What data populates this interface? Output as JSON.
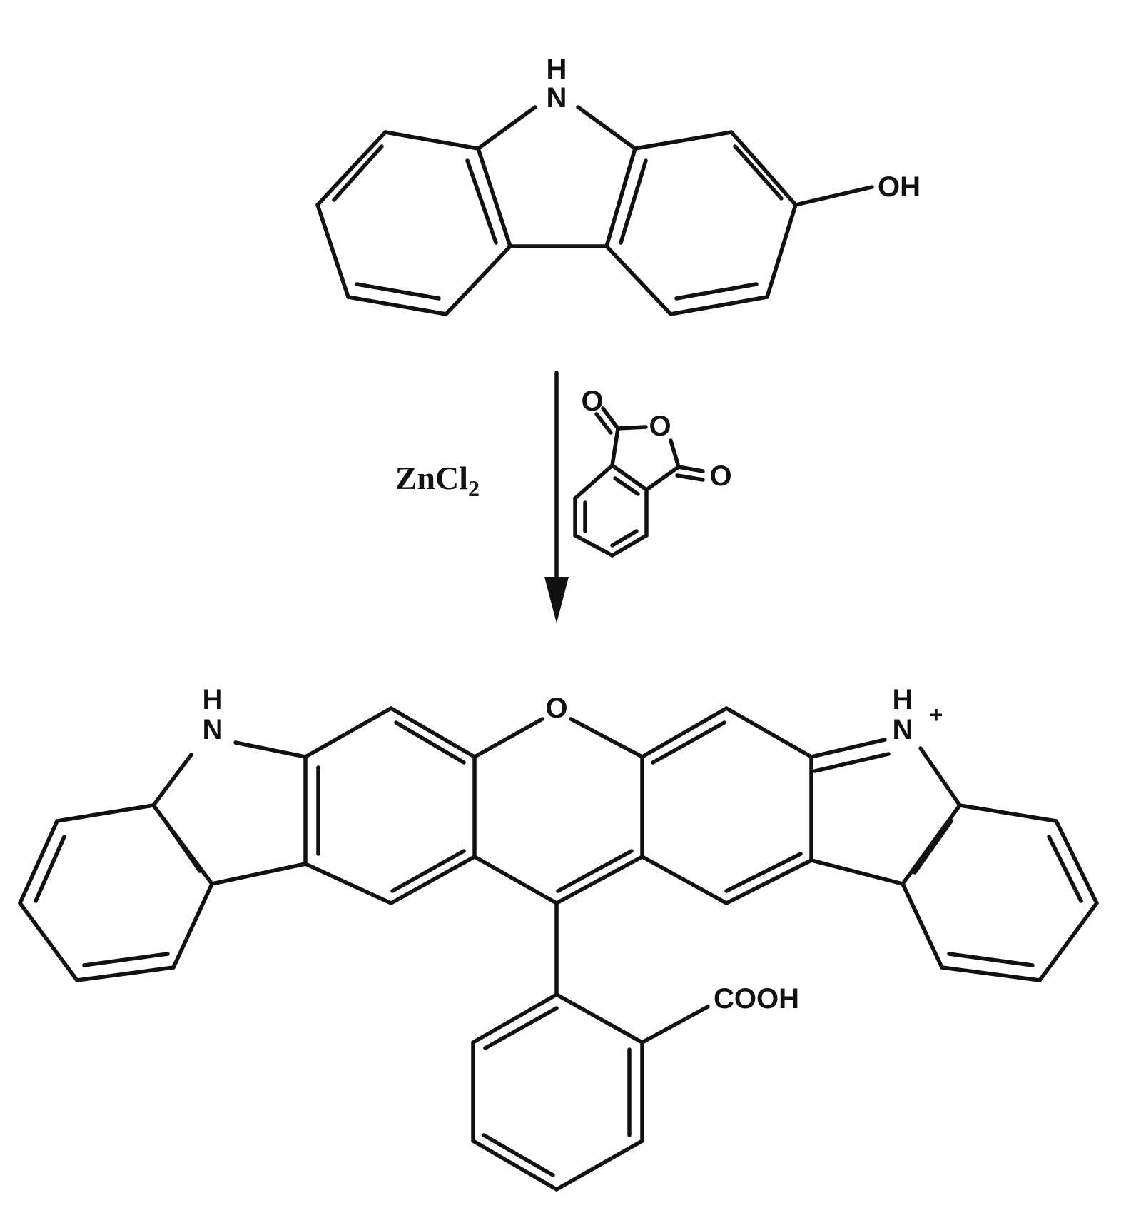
{
  "scheme": {
    "starting_material": {
      "nh_h": "H",
      "nh_n": "N",
      "hydroxyl": "OH"
    },
    "reaction": {
      "reagent_prefix": "ZnCl",
      "reagent_subscript": "2",
      "anhydride_carbonyl_o_left": "O",
      "anhydride_ring_o": "O",
      "anhydride_carbonyl_o_right": "O"
    },
    "product": {
      "left_nh_h": "H",
      "left_nh_n": "N",
      "bridge_o": "O",
      "right_nh_h": "H",
      "right_nh_n": "N",
      "right_charge": "+",
      "carboxyl": "COOH"
    },
    "colors": {
      "ink": "#111111",
      "background": "#ffffff"
    }
  }
}
